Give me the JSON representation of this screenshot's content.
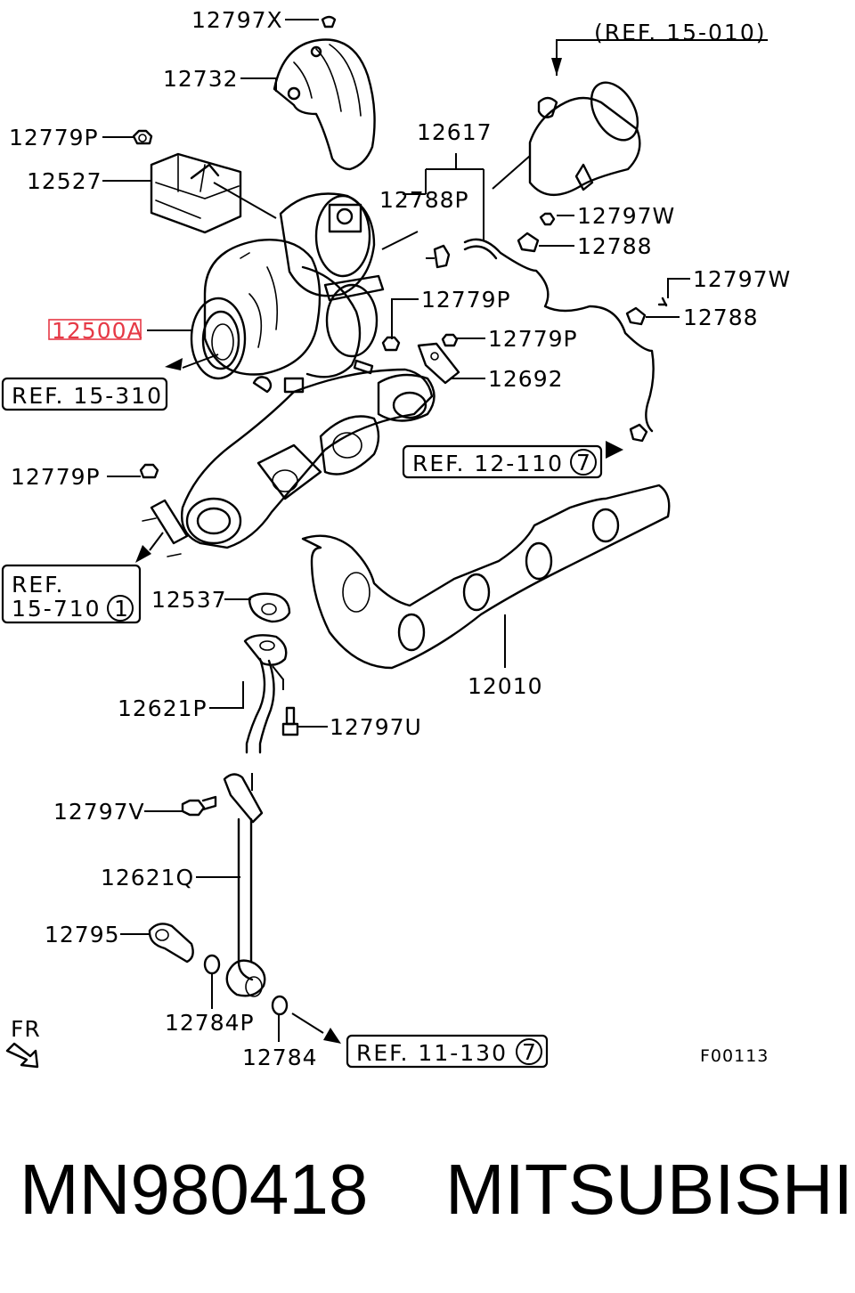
{
  "labels": {
    "p12797X": "12797X",
    "p12732": "12732",
    "p12779P_a": "12779P",
    "p12527": "12527",
    "p12617": "12617",
    "p12788P": "12788P",
    "p12797W_a": "12797W",
    "p12788_a": "12788",
    "p12797W_b": "12797W",
    "p12788_b": "12788",
    "p12779P_b": "12779P",
    "p12500A": "12500A",
    "p12779P_c": "12779P",
    "p12692": "12692",
    "p12779P_d": "12779P",
    "p12537": "12537",
    "p12010": "12010",
    "p12621P": "12621P",
    "p12797U": "12797U",
    "p12797V": "12797V",
    "p12621Q": "12621Q",
    "p12795": "12795",
    "p12784P": "12784P",
    "p12784": "12784"
  },
  "refs": {
    "ref_15_010": "(REF. 15-010)",
    "ref_15_310": "REF. 15-310",
    "ref_12_110": "REF. 12-110",
    "ref_12_110_circle": "7",
    "ref_15_710_line1": "REF.",
    "ref_15_710_line2": "15-710",
    "ref_15_710_circle": "1",
    "ref_11_130": "REF. 11-130",
    "ref_11_130_circle": "7"
  },
  "front_label": "FR",
  "figure_code": "F00113",
  "footer": {
    "part_number": "MN980418",
    "brand": "MITSUBISHI"
  },
  "highlight_color": "#e63946"
}
